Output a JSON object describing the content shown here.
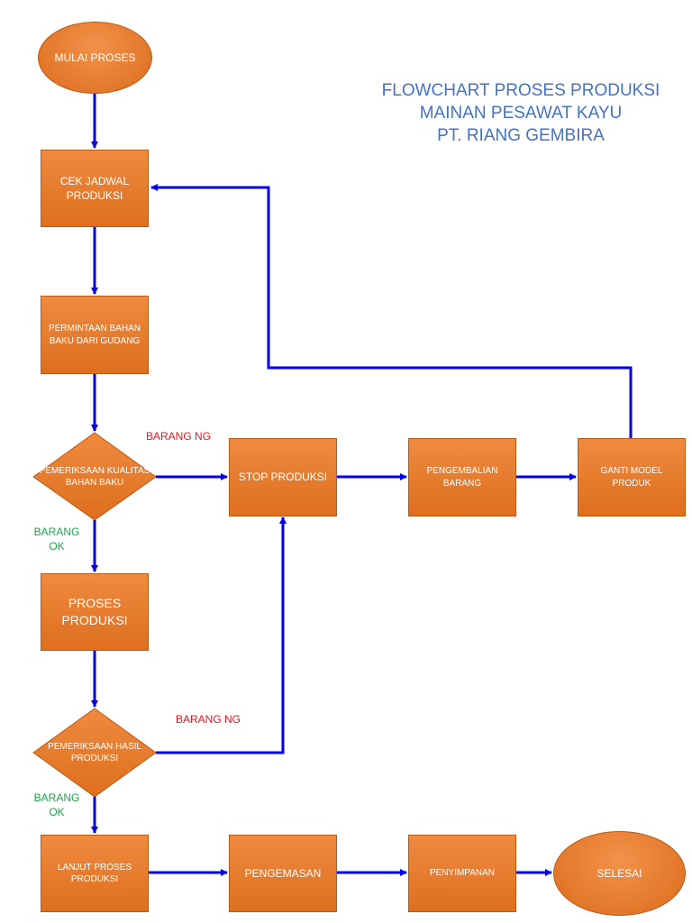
{
  "title": "FLOWCHART PROSES PRODUKSI\nMAINAN PESAWAT KAYU\nPT. RIANG GEMBIRA",
  "colors": {
    "shape_fill": "#e07020",
    "arrow": "#0000ee",
    "title": "#4472c4",
    "label_ng": "#e8141e",
    "label_ok": "#19a84a"
  },
  "nodes": {
    "mulai": "MULAI PROSES",
    "cek_jadwal": "CEK JADWAL\nPRODUKSI",
    "permintaan": "PERMINTAAN BAHAN\nBAKU DARI GUDANG",
    "periksa_bahan": "PEMERIKSAAN KUALITAS\nBAHAN BAKU",
    "stop": "STOP PRODUKSI",
    "pengembalian": "PENGEMBALIAN\nBARANG",
    "ganti_model": "GANTI MODEL PRODUK",
    "proses": "PROSES\nPRODUKSI",
    "periksa_hasil": "PEMERIKSAAN HASIL\nPRODUKSI",
    "lanjut": "LANJUT PROSES\nPRODUKSI",
    "pengemasan": "PENGEMASAN",
    "penyimpanan": "PENYIMPANAN",
    "selesai": "SELESAI"
  },
  "edge_labels": {
    "ng_bahan": "BARANG NG",
    "ok_bahan": "BARANG\nOK",
    "ng_hasil": "BARANG NG",
    "ok_hasil": "BARANG\nOK"
  }
}
